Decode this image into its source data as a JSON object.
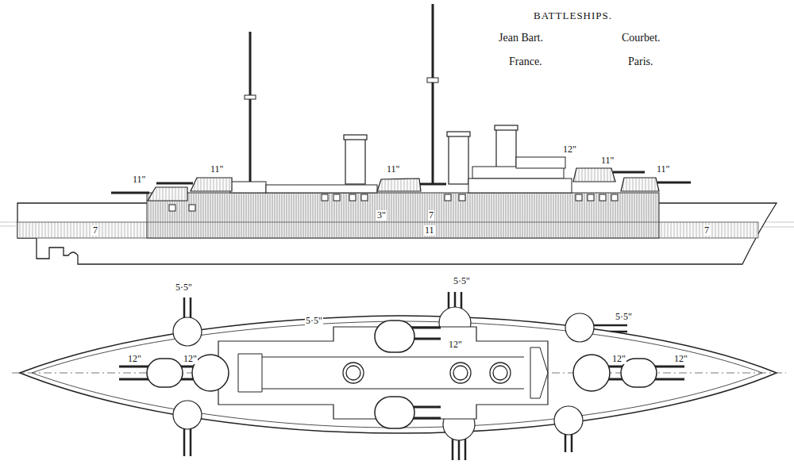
{
  "diagram": {
    "title": "BATTLESHIPS.",
    "labels": [
      "Jean Bart.",
      "Courbet.",
      "France.",
      "Paris.",
      "11\"",
      "11\"",
      "11\"",
      "12\"",
      "11\"",
      "11\"",
      "3\"",
      "7",
      "7",
      "11",
      "7",
      "5·5\"",
      "5·5\"",
      "5·5\"",
      "5·5\"",
      "12\"",
      "12\"",
      "12\"",
      "12\"",
      "12\""
    ]
  }
}
